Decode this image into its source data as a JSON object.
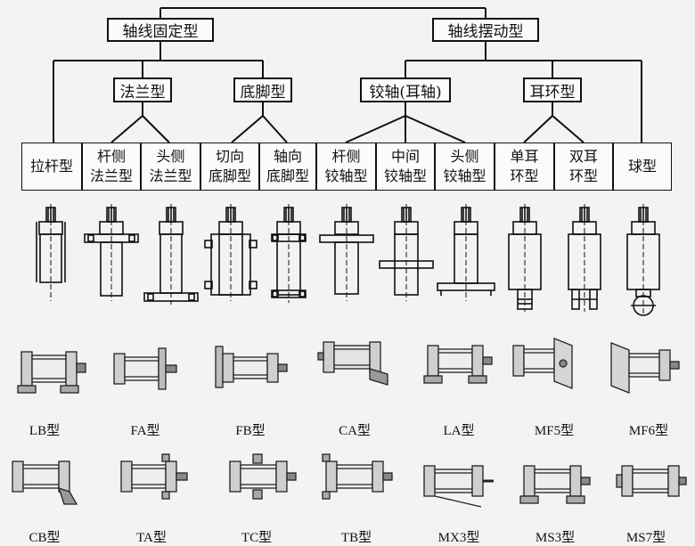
{
  "header": {
    "category_fixed": "轴线固定型",
    "category_swing": "轴线摆动型"
  },
  "subcategories": {
    "flange": "法兰型",
    "foot": "底脚型",
    "trunnion": "铰轴(耳轴)",
    "clevis": "耳环型"
  },
  "types": [
    {
      "l1": "拉杆型",
      "l2": ""
    },
    {
      "l1": "杆侧",
      "l2": "法兰型"
    },
    {
      "l1": "头侧",
      "l2": "法兰型"
    },
    {
      "l1": "切向",
      "l2": "底脚型"
    },
    {
      "l1": "轴向",
      "l2": "底脚型"
    },
    {
      "l1": "杆侧",
      "l2": "铰轴型"
    },
    {
      "l1": "中间",
      "l2": "铰轴型"
    },
    {
      "l1": "头侧",
      "l2": "铰轴型"
    },
    {
      "l1": "单耳",
      "l2": "环型"
    },
    {
      "l1": "双耳",
      "l2": "环型"
    },
    {
      "l1": "球型",
      "l2": ""
    }
  ],
  "models_row1": [
    "LB型",
    "FA型",
    "FB型",
    "CA型",
    "LA型",
    "MF5型",
    "MF6型"
  ],
  "models_row2": [
    "CB型",
    "TA型",
    "TC型",
    "TB型",
    "MX3型",
    "MS3型",
    "MS7型"
  ]
}
